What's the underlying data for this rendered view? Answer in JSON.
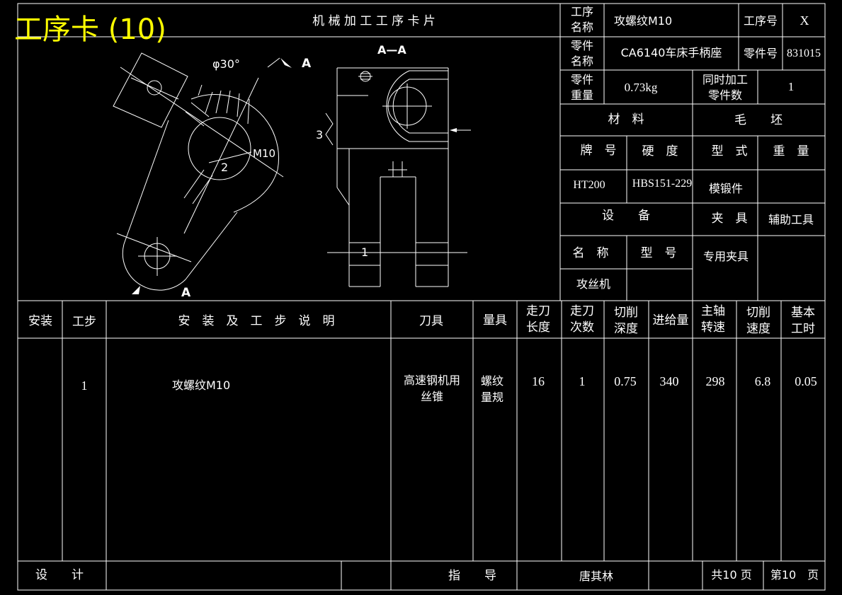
{
  "overlay_title": "工序卡 (10)",
  "header": {
    "card_title": "机 械 加 工 工 序 卡 片",
    "op_name_label": "工序名称",
    "op_name_l1": "工序",
    "op_name_l2": "名称",
    "op_name": "攻螺纹M10",
    "op_no_label": "工序号",
    "op_no": "X",
    "part_name_l1": "零件",
    "part_name_l2": "名称",
    "part_name": "CA6140车床手柄座",
    "part_no_label": "零件号",
    "part_no": "831015",
    "part_weight_l1": "零件",
    "part_weight_l2": "重量",
    "part_weight": "0.73kg",
    "simul_l1": "同时加工",
    "simul_l2": "零件数",
    "simul": "1",
    "material_label": "材　料",
    "blank_label": "毛　　坯",
    "grade_label": "牌　号",
    "hardness_label": "硬　度",
    "type_label": "型　式",
    "weight_label": "重　量",
    "grade": "HT200",
    "hardness": "HBS151-229",
    "blank_type": "模锻件",
    "equip_label": "设　　备",
    "fixture_label": "夹　具",
    "aux_label": "辅助工具",
    "name_label": "名　称",
    "model_label": "型　号",
    "fixture": "专用夹具",
    "equip_name": "攻丝机"
  },
  "drawing": {
    "section_label": "A—A",
    "arrow_a1": "A",
    "arrow_a2": "A",
    "angle": "φ30°",
    "thread": "M10",
    "n1": "1",
    "n2": "2",
    "n3": "3"
  },
  "table": {
    "headers": {
      "install": "安装",
      "step": "工步",
      "desc": "安　装　及　工　步　说　明",
      "tool": "刀具",
      "gauge": "量具",
      "len_l1": "走刀",
      "len_l2": "长度",
      "pass_l1": "走刀",
      "pass_l2": "次数",
      "depth_l1": "切削",
      "depth_l2": "深度",
      "feed": "进给量",
      "spindle_l1": "主轴",
      "spindle_l2": "转速",
      "speed_l1": "切削",
      "speed_l2": "速度",
      "time_l1": "基本",
      "time_l2": "工时"
    },
    "row": {
      "step": "1",
      "desc": "攻螺纹M10",
      "tool_l1": "高速钢机用",
      "tool_l2": "丝锥",
      "gauge_l1": "螺纹",
      "gauge_l2": "量规",
      "length": "16",
      "passes": "1",
      "depth": "0.75",
      "feed": "340",
      "spindle": "298",
      "speed": "6.8",
      "time": "0.05"
    }
  },
  "footer": {
    "design_label": "设　　计",
    "guide_label": "指　　导",
    "guide_name": "唐其林",
    "total": "共10 页",
    "page": "第10　页"
  }
}
